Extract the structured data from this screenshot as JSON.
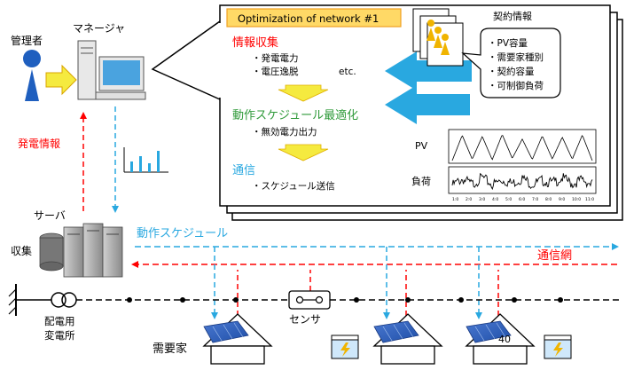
{
  "left": {
    "admin_label": "管理者",
    "manager_label": "マネージャ",
    "gen_info_label": "発電情報",
    "server_label": "サーバ",
    "collect_label": "収集",
    "substation_line1": "配電用",
    "substation_line2": "変電所"
  },
  "panel": {
    "title": "Optimization of network #1",
    "step1_title": "情報収集",
    "step1_items": [
      "・発電電力",
      "・電圧逸脱"
    ],
    "step1_etc": "etc.",
    "step2_title": "動作スケジュール最適化",
    "step2_items": [
      "・無効電力出力"
    ],
    "step3_title": "通信",
    "step3_items": [
      "・スケジュール送信"
    ]
  },
  "contract": {
    "title": "契約情報",
    "bubble_items": [
      "・PV容量",
      "・需要家種別",
      "・契約容量",
      "・可制御負荷"
    ]
  },
  "graphs": {
    "pv_label": "PV",
    "load_label": "負荷",
    "x_ticks": [
      "1:0",
      "2:0",
      "3:0",
      "4:0",
      "5:0",
      "6:0",
      "7:0",
      "8:0",
      "9:0",
      "10:0",
      "11:0"
    ],
    "pv_series": [
      0,
      0.92,
      0.05,
      0.88,
      0.03,
      0.95,
      0.08,
      0.78,
      0.04,
      0.9,
      0.06,
      0.85,
      0.05,
      0.93,
      0
    ],
    "load_series": [
      0.25,
      0.55,
      0.3,
      0.62,
      0.28,
      0.5,
      0.34,
      0.58,
      0.3,
      0.48,
      0.36,
      0.6,
      0.32,
      0.52,
      0.3
    ]
  },
  "bottom": {
    "schedule_label": "動作スケジュール",
    "comm_net_label": "通信網",
    "sensor_label": "センサ",
    "consumer_label": "需要家",
    "house_number": "40"
  },
  "colors": {
    "red": "#ff0000",
    "blue": "#29a8e0",
    "green": "#2f9a3a",
    "yellow": "#f5ea3f",
    "panel_title_bg": "#ffd966",
    "panel_title_border": "#f0a020",
    "text_dark": "#000000"
  }
}
